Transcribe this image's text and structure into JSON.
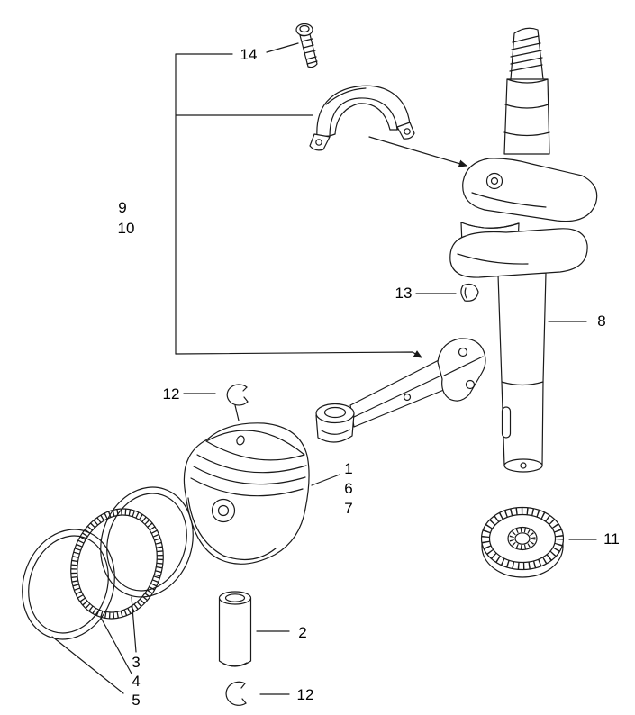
{
  "diagram": {
    "background": "#ffffff",
    "line_color": "#1a1a1a",
    "labels": {
      "part14": "14",
      "part9": "9",
      "part10": "10",
      "part13": "13",
      "part8": "8",
      "part1": "1",
      "part6": "6",
      "part7": "7",
      "part12_top": "12",
      "part2": "2",
      "part12_bottom": "12",
      "part3": "3",
      "part4": "4",
      "part5": "5",
      "part11": "11"
    }
  }
}
